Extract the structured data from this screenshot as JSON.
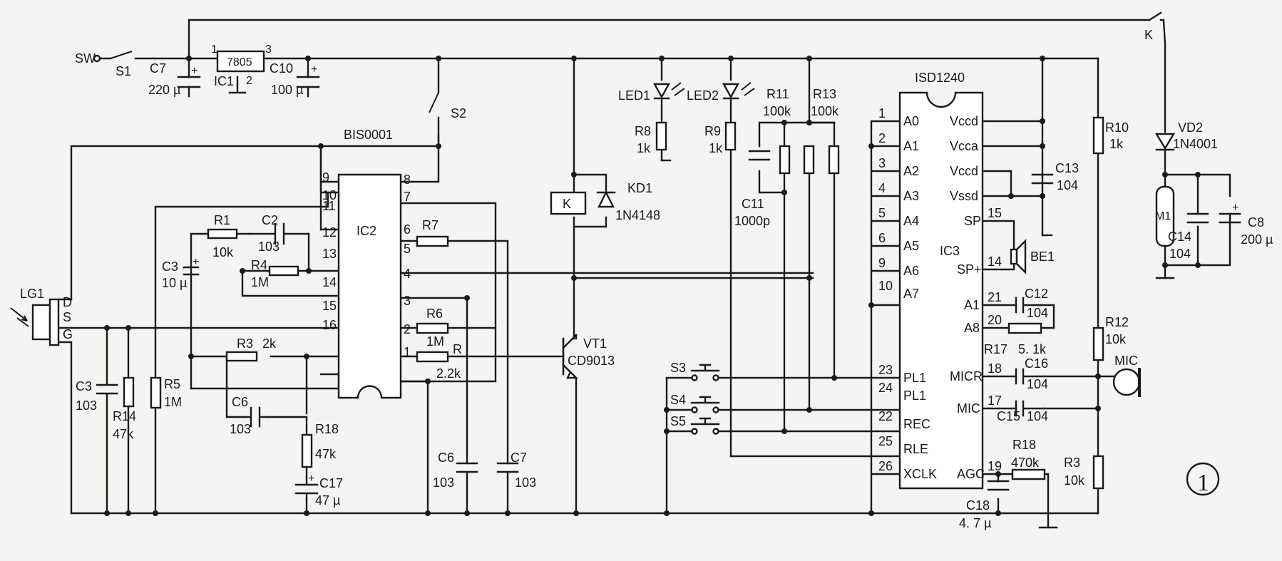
{
  "labels": {
    "sw": "SW",
    "s1": "S1",
    "c7_top": "C7",
    "c7_top_val": "220 µ",
    "reg_name": "7805",
    "ic1": "IC1",
    "reg_pin1": "1",
    "reg_pin2": "2",
    "reg_pin3": "3",
    "c10": "C10",
    "c10_val": "100 µ",
    "s2": "S2",
    "bis": "BIS0001",
    "k_switch": "K",
    "ic2": "IC2",
    "r1": "R1",
    "r1_val": "10k",
    "c2": "C2",
    "c2_val": "103",
    "c3_top": "C3",
    "c3_top_val": "10 µ",
    "r4": "R4",
    "r4_val": "1M",
    "r7": "R7",
    "r6": "R6",
    "r6_val": "1M",
    "r_mark": "R",
    "r_val": "2.2k",
    "r3_left": "R3",
    "r3_left_val": "2k",
    "c6_left": "C6",
    "c6_left_val": "103",
    "r18_left": "R18",
    "r18_left_val": "47k",
    "c17": "C17",
    "c17_val": "47 µ",
    "lg1": "LG1",
    "lg_d": "D",
    "lg_s": "S",
    "lg_g": "G",
    "c3_bot": "C3",
    "c3_bot_val": "103",
    "r14": "R14",
    "r14_val": "47k",
    "r5": "R5",
    "r5_val": "1M",
    "c6_mid": "C6",
    "c6_mid_val": "103",
    "c7_mid": "C7",
    "c7_mid_val": "103",
    "relay": "K",
    "kd1": "KD1",
    "kd1_val": "1N4148",
    "vt1": "VT1",
    "vt1_val": "CD9013",
    "led1": "LED1",
    "led2": "LED2",
    "r8": "R8",
    "r8_val": "1k",
    "r9": "R9",
    "r9_val": "1k",
    "r11": "R11",
    "r11_val": "100k",
    "r13": "R13",
    "r13_val": "100k",
    "c11": "C11",
    "c11_val": "1000p",
    "s3": "S3",
    "s4": "S4",
    "s5": "S5",
    "isd": "ISD1240",
    "ic3": "IC3",
    "c13": "C13",
    "c13_val": "104",
    "be1": "BE1",
    "c12": "C12",
    "c12_val": "104",
    "r17": "R17",
    "r17_val": "5. 1k",
    "c16": "C16",
    "c16_val": "104",
    "c15": "C15",
    "c15_val": "104",
    "r18_right": "R18",
    "r18_right_val": "470k",
    "c18": "C18",
    "c18_val": "4. 7 µ",
    "r10": "R10",
    "r10_val": "1k",
    "r12": "R12",
    "r12_val": "10k",
    "r3_right": "R3",
    "r3_right_val": "10k",
    "mic": "MIC",
    "vd2": "VD2",
    "vd2_val": "1N4001",
    "m1": "M1",
    "c14": "C14",
    "c14_val": "104",
    "c8": "C8",
    "c8_val": "200 µ",
    "figure_no": "①"
  },
  "ic2_pins_left": [
    "9",
    "10",
    "11",
    "12",
    "13",
    "14",
    "15",
    "16"
  ],
  "ic2_pins_right": [
    "8",
    "7",
    "6",
    "5",
    "4",
    "3",
    "2",
    "1"
  ],
  "ic3_pins_left": [
    {
      "num": "1",
      "name": "A0"
    },
    {
      "num": "2",
      "name": "A1"
    },
    {
      "num": "3",
      "name": "A2"
    },
    {
      "num": "4",
      "name": "A3"
    },
    {
      "num": "5",
      "name": "A4"
    },
    {
      "num": "6",
      "name": "A5"
    },
    {
      "num": "9",
      "name": "A6"
    },
    {
      "num": "10",
      "name": "A7"
    },
    {
      "num": "23",
      "name": "PL1"
    },
    {
      "num": "24",
      "name": "PL1"
    },
    {
      "num": "22",
      "name": "REC"
    },
    {
      "num": "25",
      "name": "RLE"
    },
    {
      "num": "26",
      "name": "XCLK"
    }
  ],
  "ic3_pins_right": [
    {
      "num": "",
      "name": "Vccd"
    },
    {
      "num": "",
      "name": "Vcca"
    },
    {
      "num": "",
      "name": "Vccd"
    },
    {
      "num": "",
      "name": "Vssd"
    },
    {
      "num": "15",
      "name": "SP"
    },
    {
      "num": "14",
      "name": "SP+"
    },
    {
      "num": "21",
      "name": "A1"
    },
    {
      "num": "20",
      "name": "A8"
    },
    {
      "num": "18",
      "name": "MICR"
    },
    {
      "num": "17",
      "name": "MIC"
    },
    {
      "num": "19",
      "name": "AGC"
    }
  ]
}
